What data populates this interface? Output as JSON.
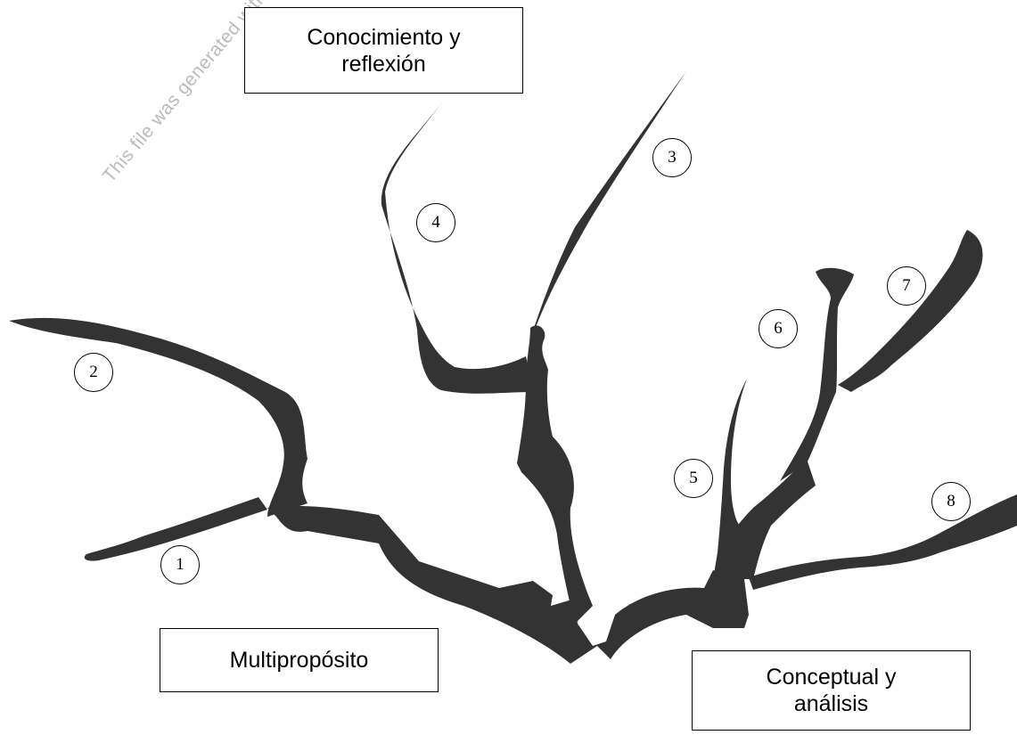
{
  "boxes": {
    "top": "Conocimiento y\nreflexión",
    "left": "Multipropósito",
    "right": "Conceptual y\nanálisis"
  },
  "numbers": [
    "1",
    "2",
    "3",
    "4",
    "5",
    "6",
    "7",
    "8"
  ],
  "watermark": "This file was generated with the demo",
  "colors": {
    "tree": "#333333",
    "background": "#ffffff",
    "border": "#000000"
  }
}
